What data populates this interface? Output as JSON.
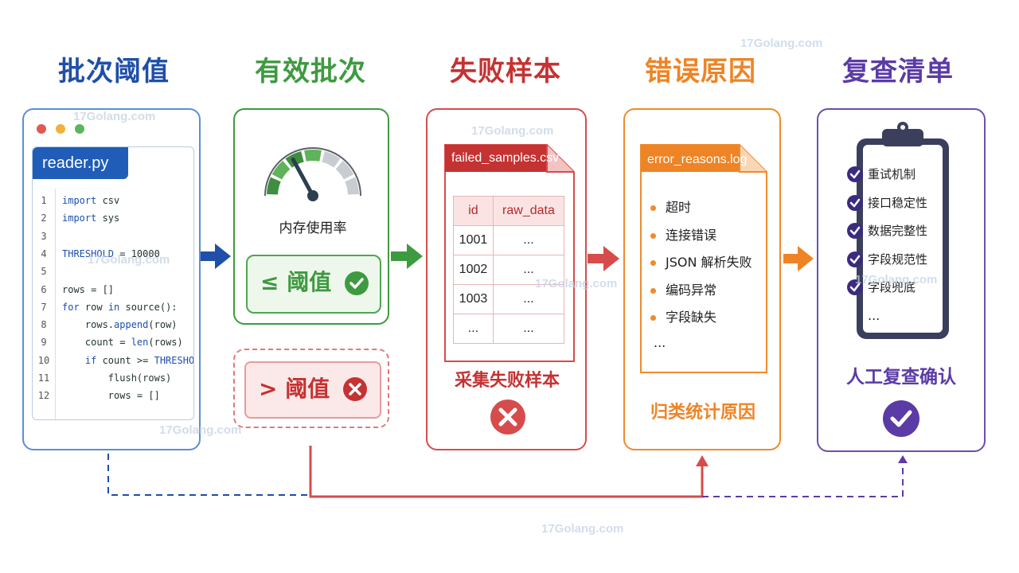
{
  "titles": {
    "t1": "批次阈值",
    "t2": "有效批次",
    "t3": "失败样本",
    "t4": "错误原因",
    "t5": "复查清单"
  },
  "colors": {
    "blue": "#1f4fa8",
    "green": "#3e9a40",
    "red": "#c53232",
    "orange": "#ee8426",
    "purple": "#5b3ba6"
  },
  "code": {
    "filename": "reader.py",
    "lines": [
      {
        "n": "1",
        "text": "import csv"
      },
      {
        "n": "2",
        "text": "import sys"
      },
      {
        "n": "3",
        "text": ""
      },
      {
        "n": "4",
        "text": "THRESHOLD = 10000"
      },
      {
        "n": "5",
        "text": ""
      },
      {
        "n": "6",
        "text": "rows = []"
      },
      {
        "n": "7",
        "text": "for row in source():"
      },
      {
        "n": "8",
        "text": "    rows.append(row)"
      },
      {
        "n": "9",
        "text": "    count = len(rows)"
      },
      {
        "n": "10",
        "text": "    if count >= THRESHOLD"
      },
      {
        "n": "11",
        "text": "        flush(rows)"
      },
      {
        "n": "12",
        "text": "        rows = []"
      }
    ]
  },
  "valid": {
    "gauge_label": "内存使用率",
    "gauge_level": 0.55,
    "pass_label": "≤ 阈值",
    "fail_label": "> 阈值"
  },
  "failed": {
    "filename": "failed_samples.csv",
    "columns": [
      "id",
      "raw_data"
    ],
    "rows": [
      [
        "1001",
        "..."
      ],
      [
        "1002",
        "..."
      ],
      [
        "1003",
        "..."
      ],
      [
        "...",
        "..."
      ]
    ],
    "caption": "采集失败样本"
  },
  "reasons": {
    "filename": "error_reasons.log",
    "items": [
      "超时",
      "连接错误",
      "JSON 解析失败",
      "编码异常",
      "字段缺失"
    ],
    "more": "...",
    "caption": "归类统计原因"
  },
  "review": {
    "items": [
      "重试机制",
      "接口稳定性",
      "数据完整性",
      "字段规范性",
      "字段兜底"
    ],
    "more": "...",
    "caption": "人工复查确认"
  },
  "watermark": "17Golang.com"
}
